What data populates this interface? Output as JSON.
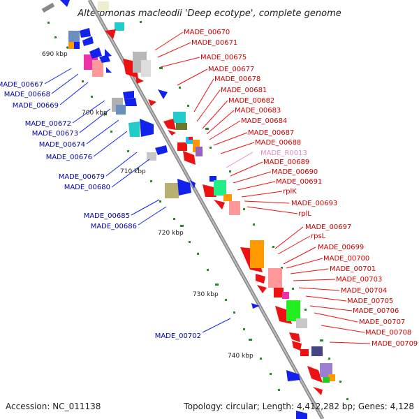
{
  "title": "Alteromonas macleodii 'Deep ecotype', complete genome",
  "footer": {
    "accession": "Accession: NC_011138",
    "topology": "Topology: circular; Length: 4,412,282 bp; Genes: 4,128"
  },
  "ticks": [
    "690 kbp",
    "700 kbp",
    "710 kbp",
    "720 kbp",
    "730 kbp",
    "740 kbp"
  ],
  "labels_right": [
    "MADE_00670",
    "MADE_00671",
    "MADE_00675",
    "MADE_00677",
    "MADE_00678",
    "MADE_00681",
    "MADE_00682",
    "MADE_00683",
    "MADE_00684",
    "MADE_00687",
    "MADE_00688",
    "MADE_R0013",
    "MADE_00689",
    "MADE_00690",
    "MADE_00691",
    "rplK",
    "MADE_00693",
    "rplL",
    "MADE_00697",
    "rpsL",
    "MADE_00699",
    "MADE_00700",
    "MADE_00701",
    "MADE_00703",
    "MADE_00704",
    "MADE_00705",
    "MADE_00706",
    "MADE_00707",
    "MADE_00708",
    "MADE_00709"
  ],
  "labels_left": [
    "MADE_00667",
    "MADE_00668",
    "MADE_00669",
    "MADE_00672",
    "MADE_00673",
    "MADE_00674",
    "MADE_00676",
    "MADE_00679",
    "MADE_00680",
    "MADE_00685",
    "MADE_00686",
    "MADE_00702"
  ],
  "colors": {
    "forward_gene": "#ee1111",
    "reverse_gene": "#1122ee",
    "rna_label": "#e58ac8",
    "backbone": "#999999",
    "tick_marks": "#2a8a2a"
  }
}
